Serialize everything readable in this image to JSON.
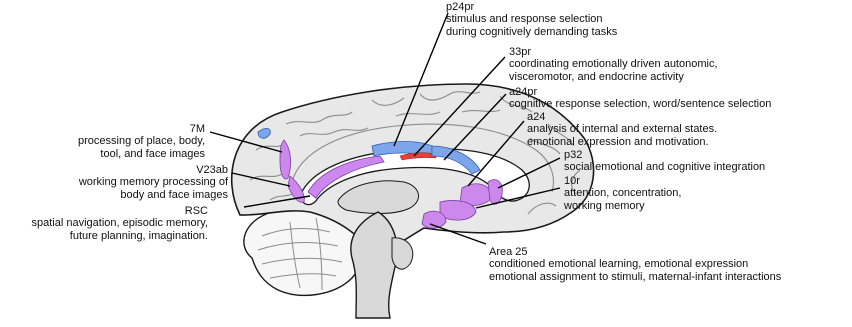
{
  "colors": {
    "outline": "#1a1a1a",
    "cortex": "#e8e8e8",
    "sulcus": "#8c8c8c",
    "cerebellum": "#f7f7f7",
    "brainstem": "#d9d9d9",
    "corpus_callosum": "#ffffff",
    "region_purple": "#cc88ec",
    "region_blue": "#7da6ea",
    "region_red": "#e0423a",
    "leader_line": "#000000"
  },
  "regions": [
    {
      "name": "p24pr",
      "lines": [
        "stimulus and response selection",
        "during cognitively demanding tasks"
      ]
    },
    {
      "name": "33pr",
      "lines": [
        "coordinating emotionally driven autonomic,",
        "visceromotor, and endocrine activity"
      ]
    },
    {
      "name": "a24pr",
      "lines": [
        "cognitive response selection, word/sentence selection"
      ]
    },
    {
      "name": "a24",
      "lines": [
        "analysis of internal and external states.",
        "emotional expression and motivation."
      ]
    },
    {
      "name": "p32",
      "lines": [
        "social emotional and cognitive integration"
      ]
    },
    {
      "name": "10r",
      "lines": [
        "attention, concentration,",
        "working memory"
      ]
    },
    {
      "name": "Area 25",
      "lines": [
        "conditioned emotional learning, emotional expression",
        "emotional assignment to stimuli, maternal-infant interactions"
      ]
    },
    {
      "name": "7M",
      "lines": [
        "processing of place, body,",
        "tool, and face images"
      ]
    },
    {
      "name": "V23ab",
      "lines": [
        "working memory processing of",
        "body and face images"
      ]
    },
    {
      "name": "RSC",
      "lines": [
        "spatial navigation, episodic memory,",
        "future planning, imagination."
      ]
    }
  ]
}
